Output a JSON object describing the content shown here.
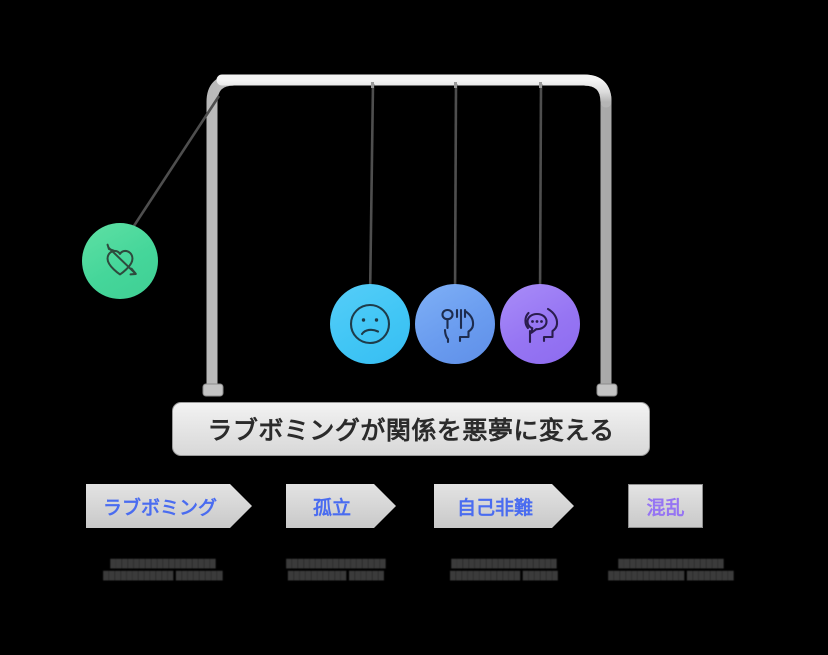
{
  "diagram": {
    "type": "newtons-cradle",
    "background_color": "#000000",
    "frame_color": "#e0e0e0",
    "string_color": "#4a4a4a"
  },
  "banner": {
    "title": "ラブボミングが関係を悪夢に変える",
    "background_color": "#e6e6e6",
    "text_color": "#2b2b2b"
  },
  "balls": [
    {
      "icon": "heart-arrow-icon",
      "color": "#45d69a",
      "name": "love-bombing-ball",
      "state": "raised"
    },
    {
      "icon": "sad-face-icon",
      "color": "#41c6f5",
      "name": "sad-face-ball",
      "state": "resting"
    },
    {
      "icon": "head-eating-disorder-icon",
      "color": "#6a9cef",
      "name": "eating-head-ball",
      "state": "resting"
    },
    {
      "icon": "head-speech-bubble-icon",
      "color": "#9675f3",
      "name": "speech-head-ball",
      "state": "resting"
    }
  ],
  "steps": [
    {
      "label": "ラブボミング",
      "color": "#4a6cf0",
      "shape": "chevron",
      "caption": "██████████████████\n████████████\n████████"
    },
    {
      "label": "孤立",
      "color": "#4a6cf0",
      "shape": "chevron",
      "caption": "█████████████████\n██████████\n██████"
    },
    {
      "label": "自己非難",
      "color": "#4a6cf0",
      "shape": "chevron",
      "caption": "██████████████████\n████████████\n██████"
    },
    {
      "label": "混乱",
      "color": "#9675f3",
      "shape": "rectangle",
      "caption": "██████████████████\n█████████████\n████████"
    }
  ]
}
